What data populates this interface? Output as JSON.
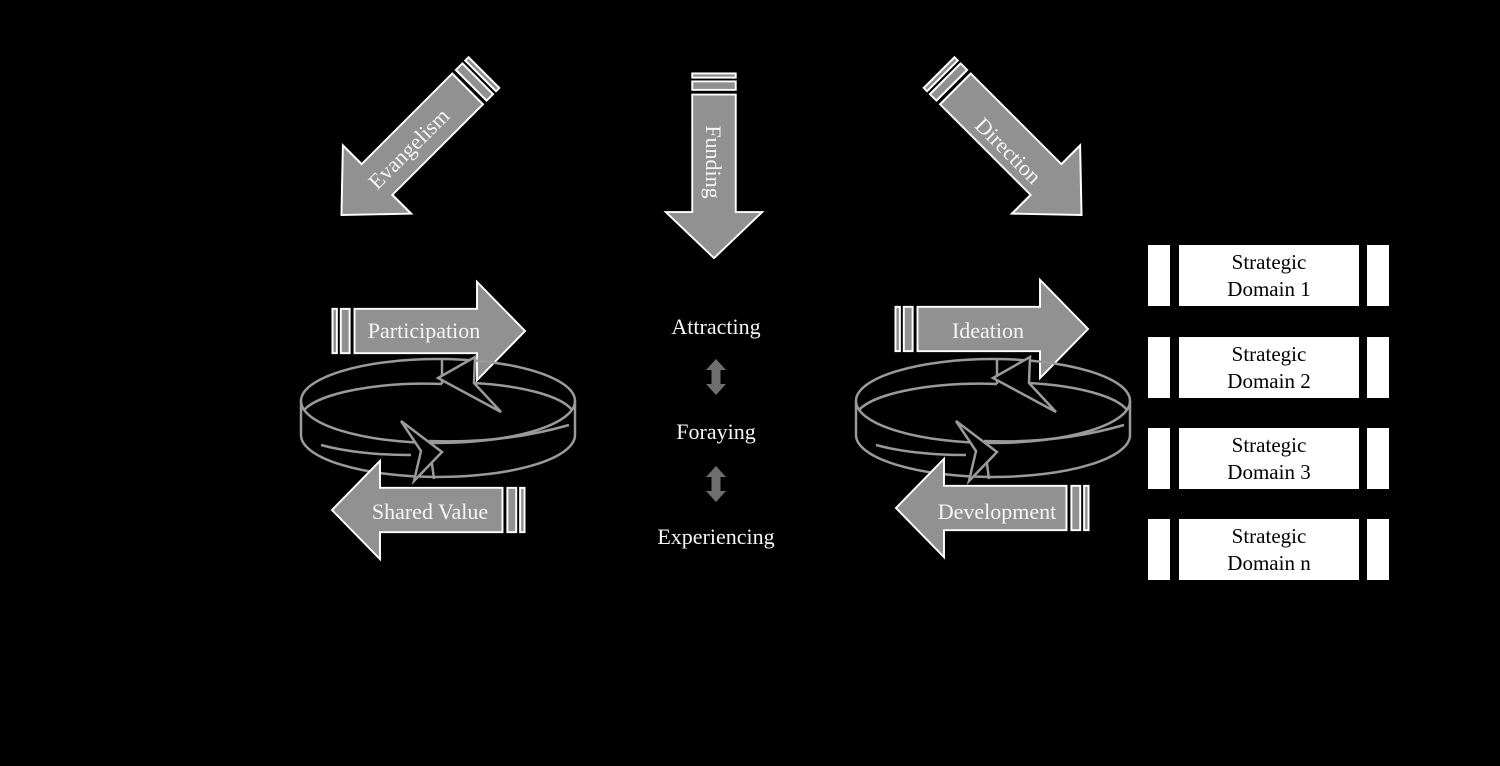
{
  "diagram": {
    "colors": {
      "background": "#000000",
      "arrow_fill": "#919191",
      "arrow_outline": "#ffffff",
      "loop_outline": "#9a9a9a",
      "double_arrow_fill": "#6e6e6e",
      "label_color": "#f5f5f5",
      "domain_box_bg": "#ffffff",
      "domain_box_text": "#000000"
    },
    "top_inputs": {
      "evangelism": {
        "label": "Evangelism"
      },
      "funding": {
        "label": "Funding"
      },
      "direction": {
        "label": "Direction"
      }
    },
    "community_cycle": {
      "inflow": {
        "label": "Participation"
      },
      "outflow": {
        "label": "Shared Value"
      }
    },
    "center_stages": {
      "stage1": {
        "label": "Attracting"
      },
      "stage2": {
        "label": "Foraying"
      },
      "stage3": {
        "label": "Experiencing"
      }
    },
    "innovation_cycle": {
      "inflow": {
        "label": "Ideation"
      },
      "outflow": {
        "label": "Development"
      }
    },
    "strategic_domains": {
      "d1": {
        "line1": "Strategic",
        "line2": "Domain 1"
      },
      "d2": {
        "line1": "Strategic",
        "line2": "Domain 2"
      },
      "d3": {
        "line1": "Strategic",
        "line2": "Domain 3"
      },
      "dn": {
        "line1": "Strategic",
        "line2": "Domain n"
      }
    }
  }
}
